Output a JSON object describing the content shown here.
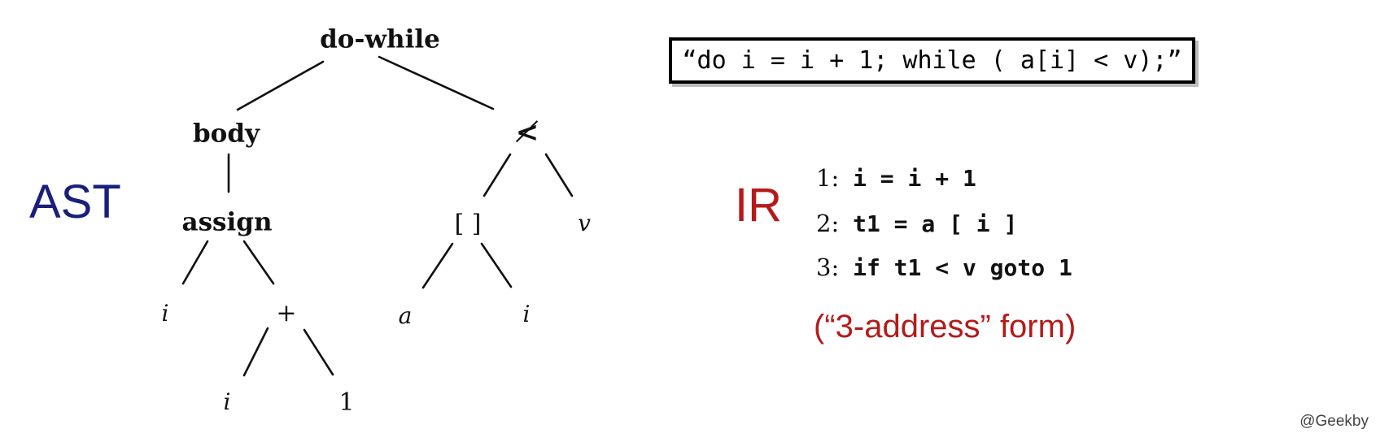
{
  "ast": {
    "label": "AST",
    "nodes": {
      "do_while": "do-while",
      "body": "body",
      "assign": "assign",
      "not_less": "≮",
      "index": "[ ]",
      "v": "v",
      "i1": "i",
      "plus": "+",
      "a": "a",
      "i2": "i",
      "i3": "i",
      "one": "1"
    }
  },
  "source": {
    "code": "“do i = i + 1; while ( a[i] < v);”"
  },
  "ir": {
    "label": "IR",
    "lines": [
      {
        "num": "1:",
        "code": "i = i + 1"
      },
      {
        "num": "2:",
        "code": "t1 = a [ i ]"
      },
      {
        "num": "3:",
        "code": "if t1 < v goto 1"
      }
    ],
    "note": "(“3-address” form)"
  },
  "watermark": "@Geekby",
  "colors": {
    "ast_label": "#1a1f7a",
    "ir_accent": "#b51a1a",
    "ink": "#111111"
  }
}
